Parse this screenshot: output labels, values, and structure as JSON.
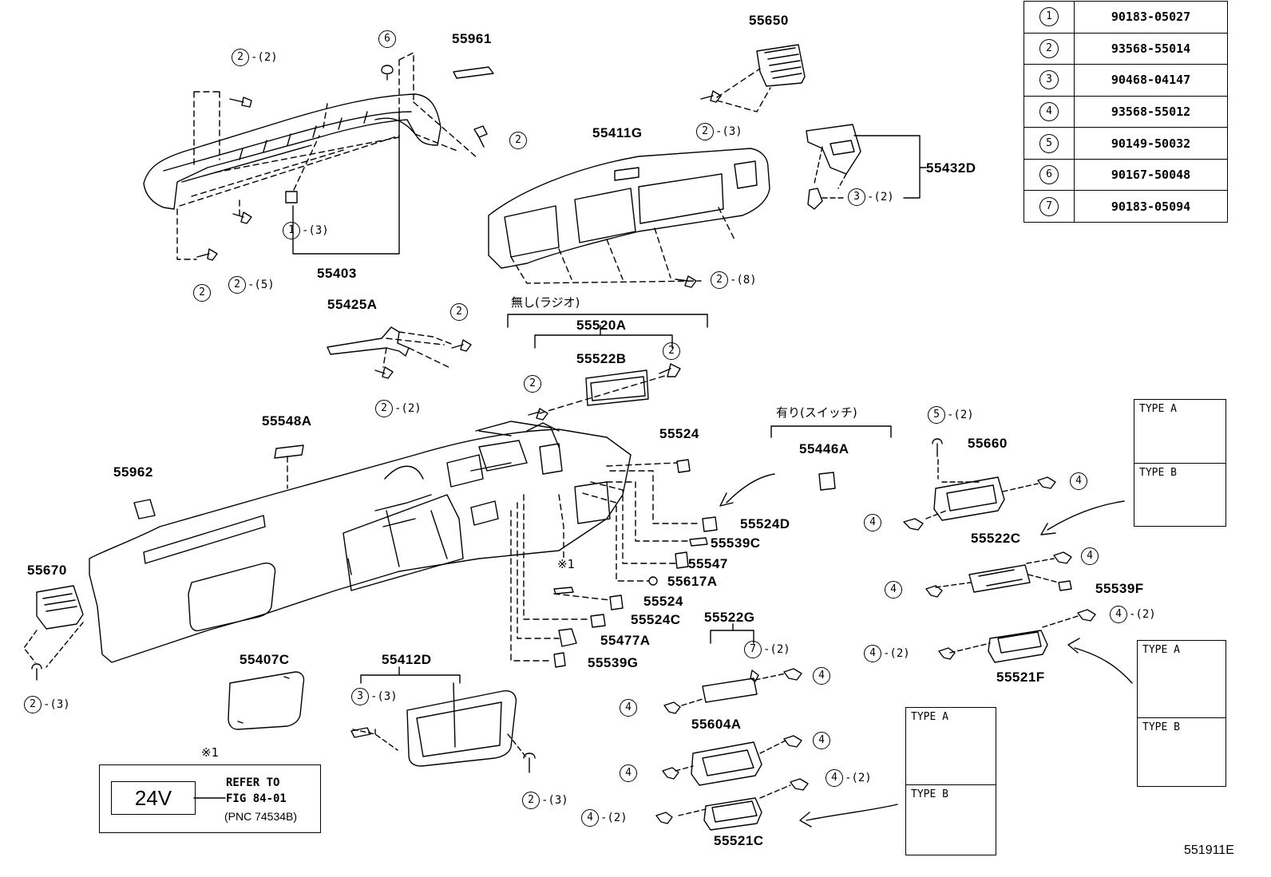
{
  "parts_table": [
    {
      "num": "1",
      "part": "90183-05027"
    },
    {
      "num": "2",
      "part": "93568-55014"
    },
    {
      "num": "3",
      "part": "90468-04147"
    },
    {
      "num": "4",
      "part": "93568-55012"
    },
    {
      "num": "5",
      "part": "90149-50032"
    },
    {
      "num": "6",
      "part": "90167-50048"
    },
    {
      "num": "7",
      "part": "90183-05094"
    }
  ],
  "part_labels": {
    "p55961": "55961",
    "p55650": "55650",
    "p55411g": "55411G",
    "p55432d": "55432D",
    "p55403": "55403",
    "p55425a": "55425A",
    "p55520a": "55520A",
    "p55522b": "55522B",
    "p55548a": "55548A",
    "p55524_top": "55524",
    "p55446a": "55446A",
    "p55660": "55660",
    "p55962": "55962",
    "p55524d": "55524D",
    "p55539c": "55539C",
    "p55547": "55547",
    "p55617a": "55617A",
    "p55524": "55524",
    "p55524c": "55524C",
    "p55477a": "55477A",
    "p55539g": "55539G",
    "p55670": "55670",
    "p55522c": "55522C",
    "p55539f": "55539F",
    "p55522g": "55522G",
    "p55521f": "55521F",
    "p55407c": "55407C",
    "p55412d": "55412D",
    "p55604a": "55604A",
    "p55521c": "55521C"
  },
  "callouts": [
    {
      "id": "c1",
      "num": "2",
      "qty": "-(2)"
    },
    {
      "id": "c2",
      "num": "6",
      "qty": ""
    },
    {
      "id": "c3",
      "num": "2",
      "qty": ""
    },
    {
      "id": "c4",
      "num": "1",
      "qty": "-(3)"
    },
    {
      "id": "c5",
      "num": "2",
      "qty": "-(5)"
    },
    {
      "id": "c6",
      "num": "2",
      "qty": ""
    },
    {
      "id": "c7",
      "num": "2",
      "qty": "-(3)"
    },
    {
      "id": "c8",
      "num": "3",
      "qty": "-(2)"
    },
    {
      "id": "c9",
      "num": "2",
      "qty": "-(8)"
    },
    {
      "id": "c10",
      "num": "2",
      "qty": ""
    },
    {
      "id": "c11",
      "num": "2",
      "qty": "-(2)"
    },
    {
      "id": "c12",
      "num": "2",
      "qty": ""
    },
    {
      "id": "c13",
      "num": "2",
      "qty": ""
    },
    {
      "id": "c14",
      "num": "5",
      "qty": "-(2)"
    },
    {
      "id": "c15",
      "num": "4",
      "qty": ""
    },
    {
      "id": "c16",
      "num": "4",
      "qty": ""
    },
    {
      "id": "c17",
      "num": "4",
      "qty": ""
    },
    {
      "id": "c18",
      "num": "4",
      "qty": ""
    },
    {
      "id": "c19",
      "num": "4",
      "qty": "-(2)"
    },
    {
      "id": "c20",
      "num": "4",
      "qty": "-(2)"
    },
    {
      "id": "c21",
      "num": "7",
      "qty": "-(2)"
    },
    {
      "id": "c22",
      "num": "4",
      "qty": ""
    },
    {
      "id": "c23",
      "num": "4",
      "qty": ""
    },
    {
      "id": "c24",
      "num": "4",
      "qty": ""
    },
    {
      "id": "c25",
      "num": "4",
      "qty": ""
    },
    {
      "id": "c26",
      "num": "4",
      "qty": "-(2)"
    },
    {
      "id": "c27",
      "num": "4",
      "qty": "-(2)"
    },
    {
      "id": "c28",
      "num": "2",
      "qty": "-(3)"
    },
    {
      "id": "c29",
      "num": "3",
      "qty": "-(3)"
    },
    {
      "id": "c30",
      "num": "2",
      "qty": "-(3)"
    }
  ],
  "japanese_labels": {
    "without_radio": "無し(ラジオ)",
    "with_switch": "有り(スイッチ)"
  },
  "note_mark": "※1",
  "type_labels": {
    "a": "TYPE A",
    "b": "TYPE B"
  },
  "note_box": {
    "voltage": "24V",
    "line1": "REFER TO",
    "line2": "FIG 84-01",
    "line3": "(PNC 74534B)"
  },
  "figure_id": "551911E"
}
